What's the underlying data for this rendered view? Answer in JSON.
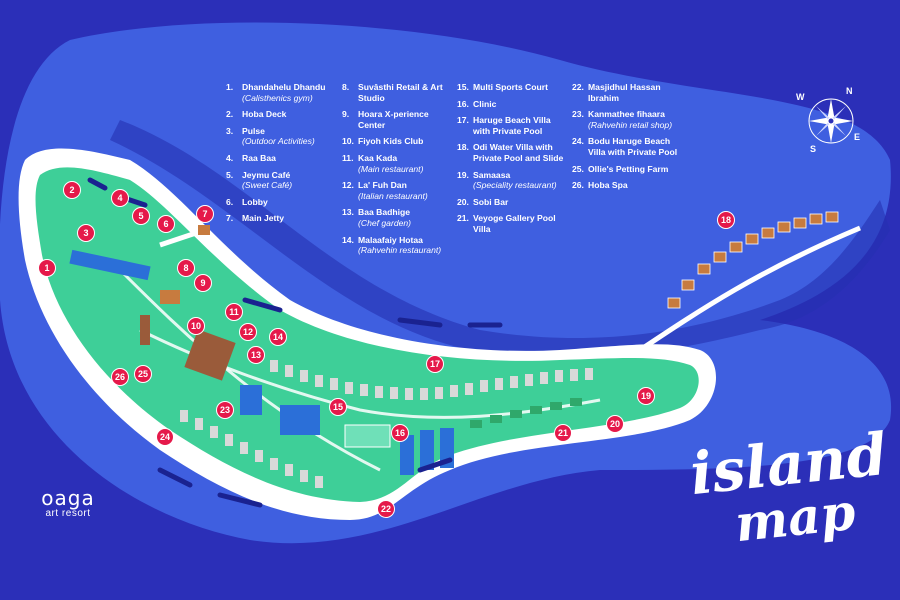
{
  "legend": [
    {
      "num": "1.",
      "name": "Dhandahelu Dhandu",
      "sub": "(Calisthenics gym)"
    },
    {
      "num": "2.",
      "name": "Hoba Deck",
      "sub": ""
    },
    {
      "num": "3.",
      "name": "Pulse",
      "sub": "(Outdoor Activities)"
    },
    {
      "num": "4.",
      "name": "Raa Baa",
      "sub": ""
    },
    {
      "num": "5.",
      "name": "Jeymu Café",
      "sub": "(Sweet Café)"
    },
    {
      "num": "6.",
      "name": "Lobby",
      "sub": ""
    },
    {
      "num": "7.",
      "name": "Main Jetty",
      "sub": ""
    },
    {
      "num": "8.",
      "name": "Suvâsthi Retail & Art Studio",
      "sub": ""
    },
    {
      "num": "9.",
      "name": "Hoara X-perience Center",
      "sub": ""
    },
    {
      "num": "10.",
      "name": "Fiyoh Kids Club",
      "sub": ""
    },
    {
      "num": "11.",
      "name": "Kaa Kada",
      "sub": "(Main restaurant)"
    },
    {
      "num": "12.",
      "name": "La' Fuh Dan",
      "sub": "(Italian restaurant)"
    },
    {
      "num": "13.",
      "name": "Baa Badhige",
      "sub": "(Chef garden)"
    },
    {
      "num": "14.",
      "name": "Malaafaiy Hotaa",
      "sub": "(Rahvehin restaurant)"
    },
    {
      "num": "15.",
      "name": "Multi Sports Court",
      "sub": ""
    },
    {
      "num": "16.",
      "name": "Clinic",
      "sub": ""
    },
    {
      "num": "17.",
      "name": "Haruge Beach Villa with Private Pool",
      "sub": ""
    },
    {
      "num": "18.",
      "name": "Odi Water Villa with Private Pool and Slide",
      "sub": ""
    },
    {
      "num": "19.",
      "name": "Samaasa",
      "sub": "(Speciality restaurant)"
    },
    {
      "num": "20.",
      "name": "Sobi Bar",
      "sub": ""
    },
    {
      "num": "21.",
      "name": "Veyoge Gallery Pool Villa",
      "sub": ""
    },
    {
      "num": "22.",
      "name": "Masjidhul Hassan Ibrahim",
      "sub": ""
    },
    {
      "num": "23.",
      "name": "Kanmathee fihaara",
      "sub": "(Rahvehin retail shop)"
    },
    {
      "num": "24.",
      "name": "Bodu Haruge Beach Villa with Private Pool",
      "sub": ""
    },
    {
      "num": "25.",
      "name": "Ollie's Petting Farm",
      "sub": ""
    },
    {
      "num": "26.",
      "name": "Hoba Spa",
      "sub": ""
    }
  ],
  "markers": [
    "1",
    "2",
    "3",
    "4",
    "5",
    "6",
    "7",
    "8",
    "9",
    "10",
    "11",
    "12",
    "13",
    "14",
    "15",
    "16",
    "17",
    "18",
    "19",
    "20",
    "21",
    "22",
    "23",
    "24",
    "25",
    "26"
  ],
  "logo": {
    "brand": "oaga",
    "tag": "art resort"
  },
  "title": {
    "line1": "island",
    "line2": "map"
  },
  "compass": {
    "n": "N",
    "e": "E",
    "s": "S",
    "w": "W"
  },
  "colors": {
    "ocean": "#2b2fb8",
    "lagoon": "#3f5fe0",
    "reef": "#1f3aa8",
    "beach": "#ffffff",
    "land": "#3ecf98",
    "marker": "#e5194a"
  }
}
